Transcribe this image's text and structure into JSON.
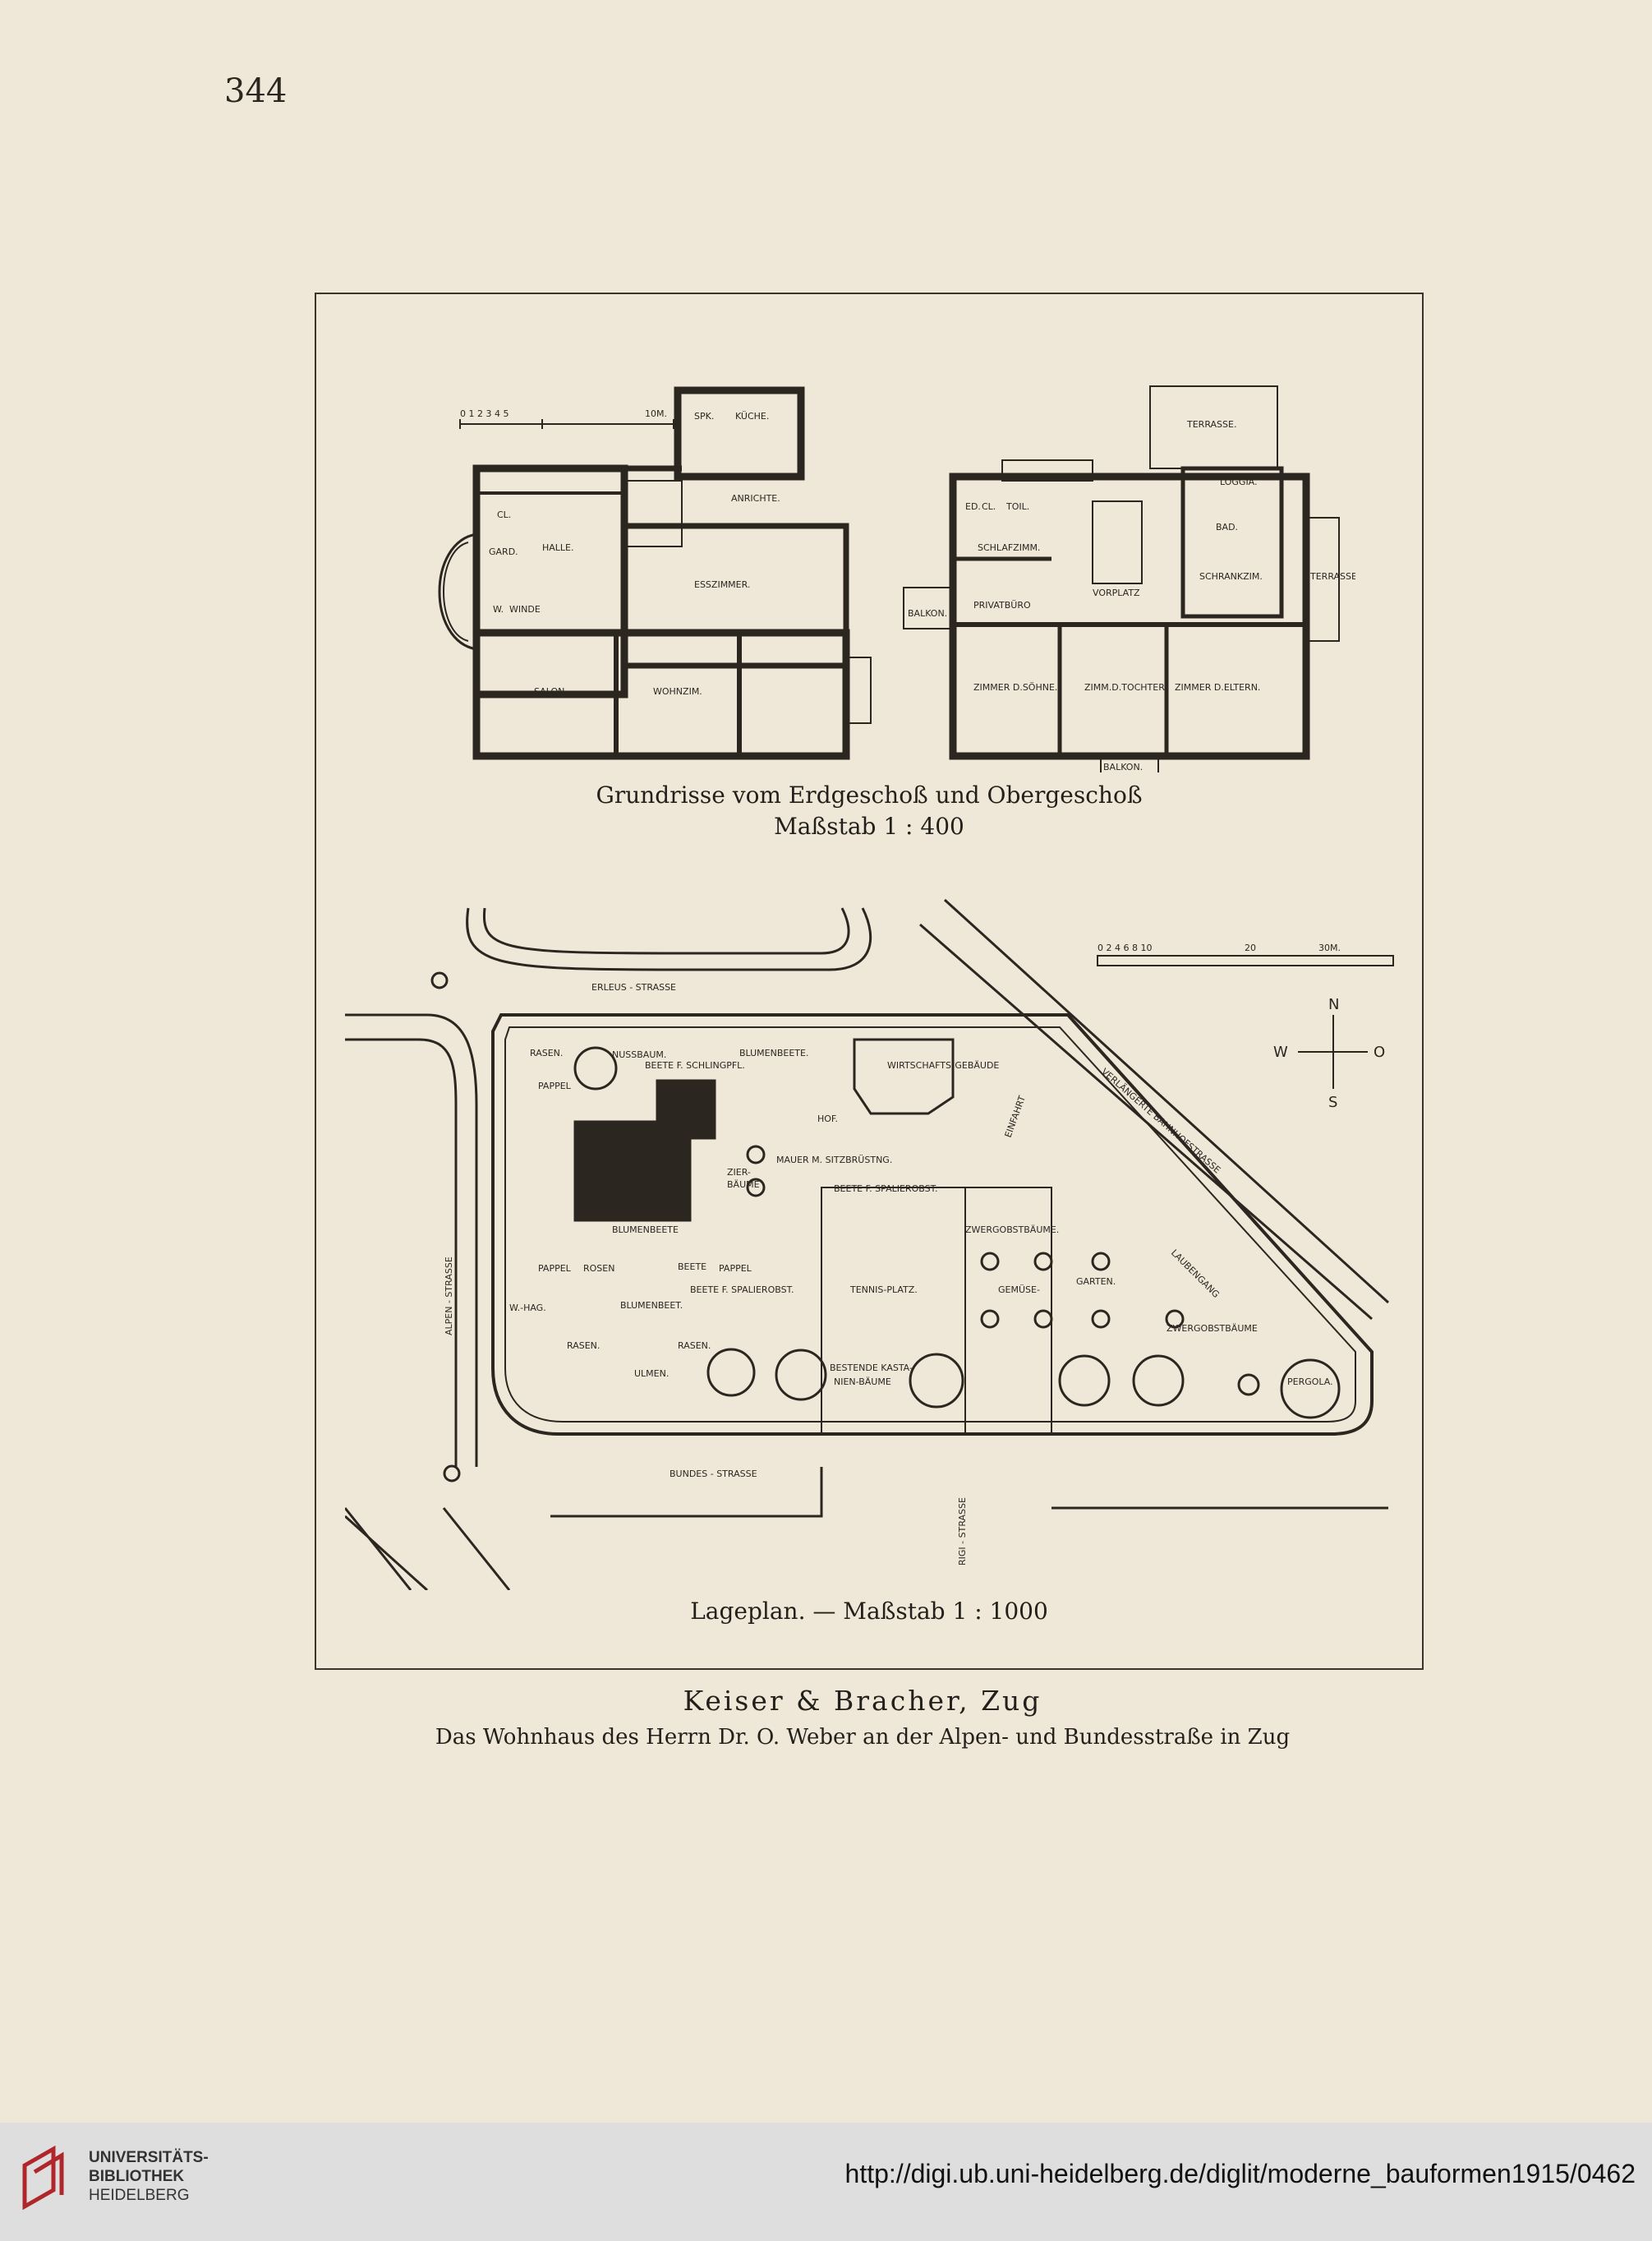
{
  "page": {
    "number": "344"
  },
  "floorplans": {
    "scale_label": "0 1 2 3 4 5",
    "scale_end": "10M.",
    "ground_floor_rooms": [
      "SPK.",
      "KÜCHE.",
      "ANRICHTE.",
      "CL.",
      "HALLE.",
      "GARD.",
      "W.",
      "WINDE",
      "ESSZIMMER.",
      "SALON.",
      "WOHNZIM."
    ],
    "upper_floor_rooms": [
      "TERRASSE.",
      "LOGGIA.",
      "BAD.",
      "ED.",
      "CL.",
      "TOIL.",
      "SCHLAFZIMM.",
      "SCHRANKZIM.",
      "TERRASSE",
      "BALKON.",
      "PRIVATBÜRO",
      "VORPLATZ",
      "ZIMMER D.SÖHNE.",
      "ZIMM.D.TOCHTER",
      "ZIMMER D.ELTERN.",
      "BALKON."
    ],
    "caption_line1": "Grundrisse vom Erdgeschoß und Obergeschoß",
    "caption_line2": "Maßstab 1 : 400"
  },
  "siteplan": {
    "scale_label": "0 2 4 6 8 10",
    "scale_mid": "20",
    "scale_end": "30M.",
    "compass": {
      "n": "N",
      "s": "S",
      "w": "W",
      "o": "O"
    },
    "streets": [
      "ERLEUS - STRASSE",
      "ALPEN - STRASSE",
      "BUNDES - STRASSE",
      "RIGI - STRASSE",
      "VERLÄNGERTE BAHNHOFSTRASSE"
    ],
    "labels": [
      "RASEN.",
      "NUSSBAUM.",
      "BLUMENBEETE.",
      "BEETE F. SCHLINGPFL.",
      "PAPPEL",
      "WIRTSCHAFTS-GEBÄUDE",
      "HOF.",
      "EINFAHRT",
      "MAUER M. SITZBRÜSTNG.",
      "ZIER-",
      "BÄUME",
      "BEETE F. SPALIEROBST.",
      "BLUMENBEETE",
      "ZWERGOBSTBÄUME.",
      "PAPPEL",
      "ROSEN",
      "BEETE",
      "PAPPEL",
      "BEETE F. SPALIEROBST.",
      "TENNIS-PLATZ.",
      "GEMÜSE-",
      "GARTEN.",
      "LAUBENGANG",
      "ZWERGOBSTBÄUME",
      "W.-HAG.",
      "BLUMENBEET.",
      "RASEN.",
      "RASEN.",
      "ULMEN.",
      "BESTENDE KASTA-",
      "NIEN-BÄUME",
      "PERGOLA."
    ],
    "caption": "Lageplan. — Maßstab 1 : 1000"
  },
  "credit": "Keiser & Bracher, Zug",
  "subtitle": "Das Wohnhaus des Herrn Dr. O. Weber an der Alpen- und Bundesstraße in Zug",
  "footer": {
    "library_line1": "UNIVERSITÄTS-",
    "library_line2": "BIBLIOTHEK",
    "library_line3": "HEIDELBERG",
    "url": "http://digi.ub.uni-heidelberg.de/diglit/moderne_bauformen1915/0462"
  },
  "colors": {
    "paper": "#efe8d9",
    "ink": "#2b2620",
    "footer": "#dedede",
    "logo": "#b0262a"
  }
}
